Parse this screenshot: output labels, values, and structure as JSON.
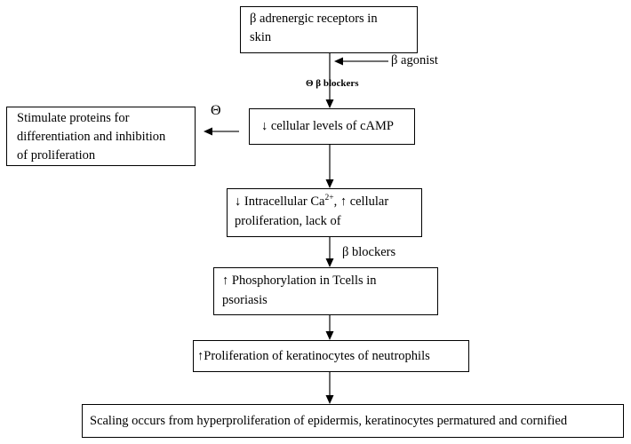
{
  "diagram": {
    "background": "#ffffff",
    "line_color": "#000000",
    "boxes": {
      "receptors": {
        "lines": [
          "β adrenergic receptors in",
          "skin"
        ]
      },
      "camp": {
        "lines": [
          "↓ cellular levels of cAMP"
        ]
      },
      "stimulate": {
        "lines": [
          "Stimulate proteins for",
          "differentiation and inhibition",
          "of proliferation"
        ]
      },
      "intracellular": {
        "line1_pre": "↓ Intracellular Ca",
        "line1_sup": "2+",
        "line1_post": ", ↑ cellular",
        "line2": "proliferation, lack of"
      },
      "phosphorylation": {
        "lines": [
          "↑ Phosphorylation in Tcells in",
          "psoriasis"
        ]
      },
      "proliferation": {
        "lines": [
          "↑Proliferation of keratinocytes of neutrophils"
        ]
      },
      "scaling": {
        "lines": [
          "Scaling occurs from hyperproliferation of epidermis, keratinocytes permatured and cornified"
        ]
      }
    },
    "labels": {
      "beta_agonist": "β agonist",
      "theta_beta_blockers": "Θ β blockers",
      "theta_inhibition": "Θ",
      "beta_blockers": "β blockers"
    }
  }
}
